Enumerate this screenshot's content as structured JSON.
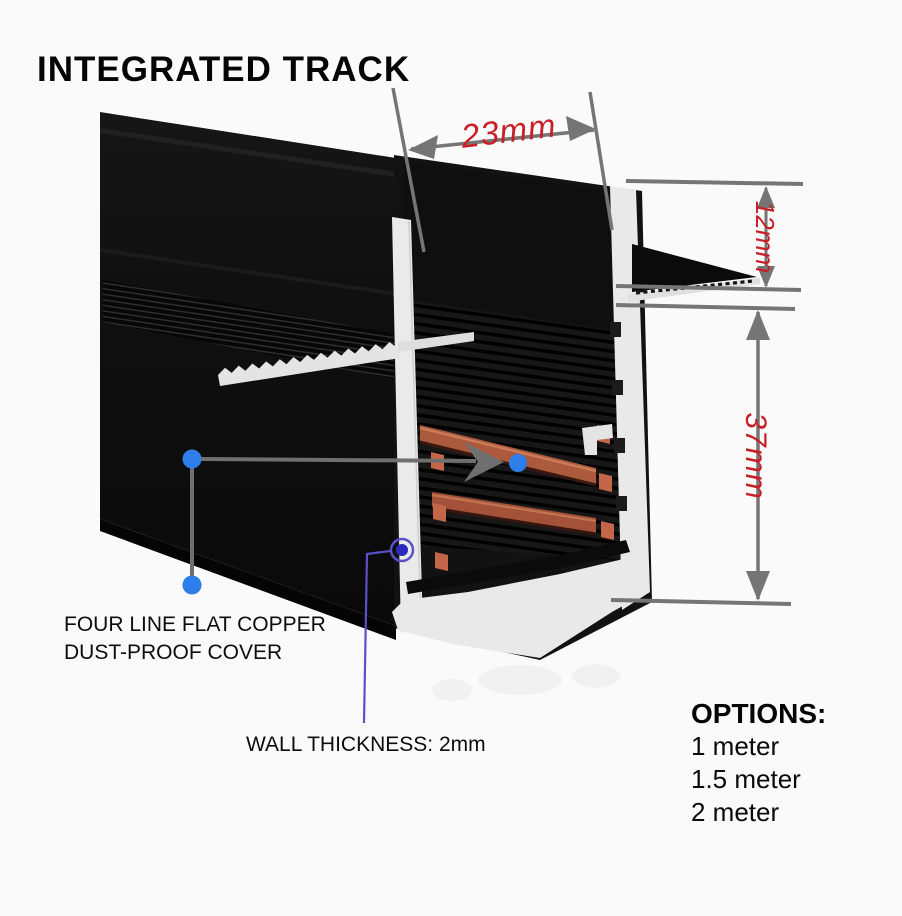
{
  "title": "INTEGRATED TRACK",
  "diagram": {
    "dimensions": {
      "width": "23mm",
      "recess_depth": "12mm",
      "body_height": "37mm"
    },
    "callouts": {
      "copper_line1": "FOUR LINE FLAT COPPER",
      "copper_line2": "DUST-PROOF COVER",
      "wall_thickness": "WALL THICKNESS: 2mm"
    },
    "colors": {
      "dimension_text": "#c81f26",
      "dimension_line": "#757575",
      "marker_blue": "#2d7ee9",
      "callout_purple": "#5a50c8",
      "copper": "#ab5a3e",
      "track_black": "#0e0e0e",
      "cut_surface": "#e9e9e9",
      "background": "#fafafa"
    }
  },
  "options": {
    "heading": "OPTIONS:",
    "items": [
      "1 meter",
      "1.5 meter",
      "2 meter"
    ]
  }
}
